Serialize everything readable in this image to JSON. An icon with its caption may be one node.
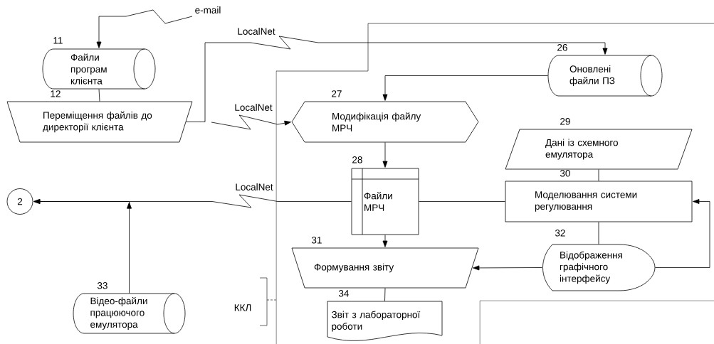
{
  "diagram": {
    "nodes": [
      {
        "text": [
          "Файли програм клієнта"
        ],
        "beside": [
          "11"
        ]
      },
      {
        "text": [
          "Переміщення файлів до директорії клієнта"
        ],
        "beside": [
          "12"
        ]
      },
      {
        "text": [
          "Оновлені файли ПЗ"
        ],
        "beside": [
          "26"
        ]
      },
      {
        "text": [
          "Модифікація файлу МРЧ"
        ],
        "beside": [
          "27"
        ]
      },
      {
        "text": [
          "Файли МРЧ"
        ],
        "beside": [
          "28"
        ]
      },
      {
        "text": [
          "Дані із схемного емулятора"
        ],
        "beside": [
          "29"
        ]
      },
      {
        "text": [
          "Моделювання системи регулювання"
        ],
        "beside": [
          "30"
        ]
      },
      {
        "text": [
          "Формування звіту"
        ],
        "beside": [
          "31"
        ]
      },
      {
        "text": [
          "Відображення графічного інтерфейсу"
        ],
        "beside": [
          "32"
        ]
      },
      {
        "text": [
          "Звіт з лабораторної роботи"
        ],
        "beside": [
          "34"
        ]
      },
      {
        "text": [
          "2"
        ]
      },
      {
        "text": [
          "Відео-файли працюючого емулятора"
        ],
        "beside": [
          "33"
        ]
      }
    ],
    "edges": [
      {
        "from": null,
        "to": 0,
        "arrow": "to",
        "label": "e-mail"
      },
      {
        "from": 0,
        "to": 1,
        "arrow": "none"
      },
      {
        "from": 1,
        "to": 2,
        "arrow": "to",
        "label": "LocalNet"
      },
      {
        "from": null,
        "to": 3,
        "arrow": "to",
        "label": "LocalNet"
      },
      {
        "from": 2,
        "to": 3,
        "arrow": "to"
      },
      {
        "from": 3,
        "to": 4,
        "arrow": "to"
      },
      {
        "from": 4,
        "to": 6,
        "arrow": "none"
      },
      {
        "from": 5,
        "to": 6,
        "arrow": "none"
      },
      {
        "from": 4,
        "to": 10,
        "arrow": "to",
        "label": "LocalNet"
      },
      {
        "from": 11,
        "to": 10,
        "arrow": "to"
      },
      {
        "from": 4,
        "to": 7,
        "arrow": "to"
      },
      {
        "from": 6,
        "to": 8,
        "arrow": "none"
      },
      {
        "from": 8,
        "to": 7,
        "arrow": "to"
      },
      {
        "from": 8,
        "to": 6,
        "arrow": "to"
      },
      {
        "from": 7,
        "to": 9,
        "arrow": "none"
      }
    ],
    "labels": [
      "ККЛ"
    ]
  }
}
